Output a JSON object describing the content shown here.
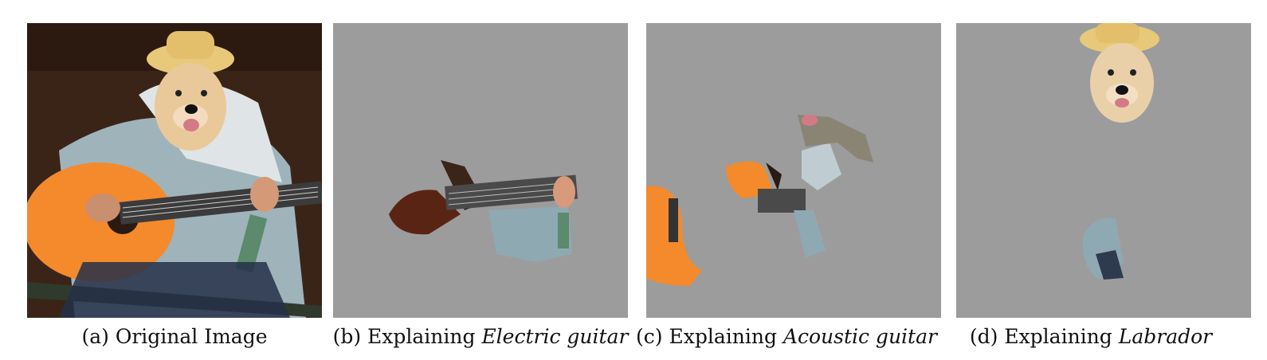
{
  "figure": {
    "panels": [
      {
        "id": "a",
        "prefix": "(a) Original Image",
        "italic": ""
      },
      {
        "id": "b",
        "prefix": "(b) Explaining ",
        "italic": "Electric guitar"
      },
      {
        "id": "c",
        "prefix": "(c) Explaining ",
        "italic": "Acoustic guitar"
      },
      {
        "id": "d",
        "prefix": "(d) Explaining ",
        "italic": "Labrador"
      }
    ],
    "mask_background_color": "#9c9c9c"
  }
}
